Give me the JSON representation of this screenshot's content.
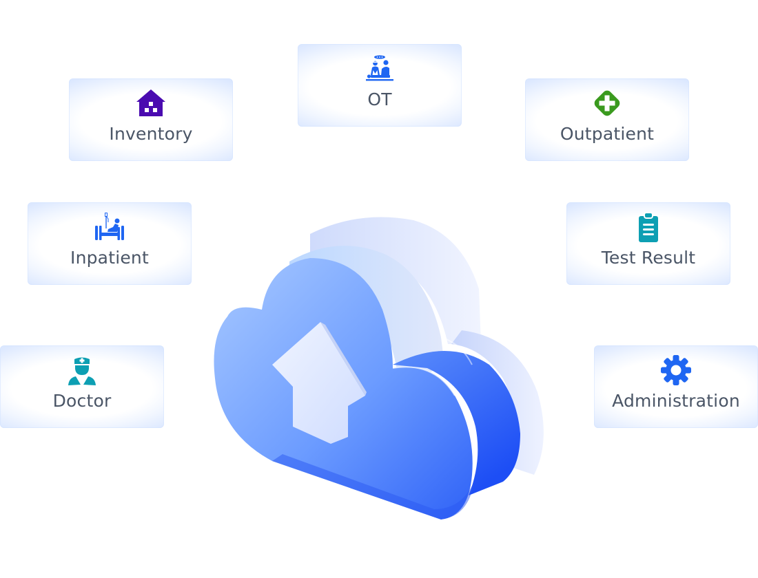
{
  "diagram": {
    "center": {
      "name": "cloud-upload",
      "icon": "cloud-upload-icon"
    },
    "modules": [
      {
        "id": "ot",
        "label": "OT",
        "icon": "operating-theatre-icon",
        "color": "#1f66f2"
      },
      {
        "id": "inventory",
        "label": "Inventory",
        "icon": "warehouse-icon",
        "color": "#4a0bb0"
      },
      {
        "id": "outpatient",
        "label": "Outpatient",
        "icon": "medical-cross-icon",
        "color": "#3a9a1e"
      },
      {
        "id": "inpatient",
        "label": "Inpatient",
        "icon": "hospital-bed-icon",
        "color": "#1f66f2"
      },
      {
        "id": "testresult",
        "label": "Test Result",
        "icon": "clipboard-icon",
        "color": "#0d9fb3"
      },
      {
        "id": "doctor",
        "label": "Doctor",
        "icon": "doctor-icon",
        "color": "#0d9fb3"
      },
      {
        "id": "admin",
        "label": "Administration",
        "icon": "gear-icon",
        "color": "#1f66f2"
      }
    ],
    "colors": {
      "card_text": "#4a5566",
      "cloud_dark": "#2c5cf5",
      "cloud_light": "#a9ccff"
    }
  }
}
